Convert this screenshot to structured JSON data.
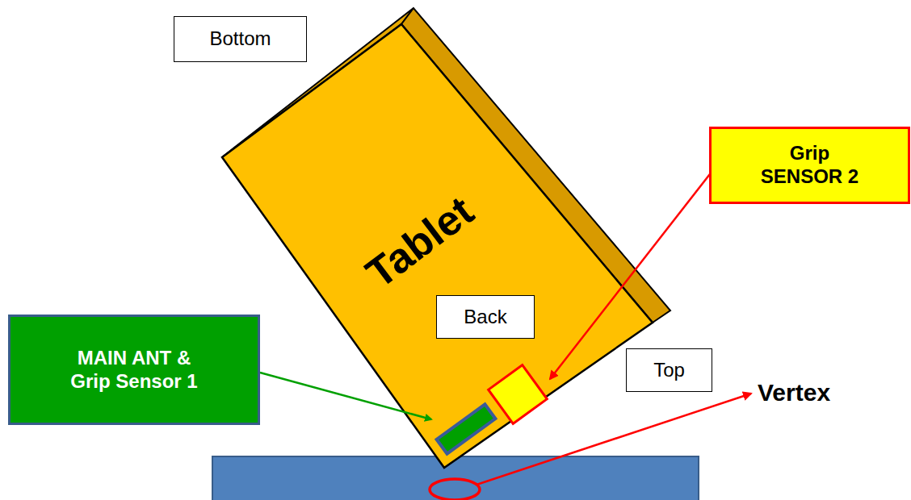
{
  "diagram": {
    "nodes": [
      {
        "text": [
          "Bottom"
        ]
      },
      {
        "text": [
          "Grip SENSOR 2"
        ]
      },
      {
        "text": [
          "Back"
        ]
      },
      {
        "text": [
          "MAIN ANT & Grip Sensor 1"
        ]
      },
      {
        "text": [
          "Top"
        ]
      }
    ],
    "labels": [
      "Tablet",
      "Vertex"
    ]
  }
}
